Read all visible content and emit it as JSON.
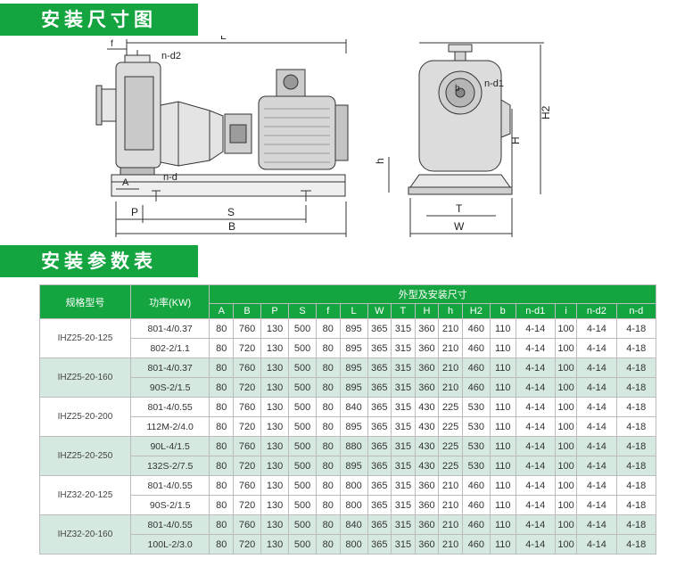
{
  "section1": {
    "title": "安装尺寸图"
  },
  "section2": {
    "title": "安装参数表"
  },
  "drawing": {
    "labels": {
      "L": "L",
      "f": "f",
      "n_d2": "n-d2",
      "A": "A",
      "n_d": "n-d",
      "P": "P",
      "S": "S",
      "B": "B",
      "n_d1": "n-d1",
      "b": "b",
      "H2": "H2",
      "H": "H",
      "h": "h",
      "T": "T",
      "W": "W"
    }
  },
  "table": {
    "header": {
      "model": "规格型号",
      "power": "功率(KW)",
      "group": "外型及安装尺寸",
      "columns": [
        "A",
        "B",
        "P",
        "S",
        "f",
        "L",
        "W",
        "T",
        "H",
        "h",
        "H2",
        "b",
        "n-d1",
        "i",
        "n-d2",
        "n-d"
      ]
    },
    "rows": [
      {
        "model": "IHZ25-20-125",
        "power": "801-4/0.37",
        "values": [
          "80",
          "760",
          "130",
          "500",
          "80",
          "895",
          "365",
          "315",
          "360",
          "210",
          "460",
          "110",
          "4-14",
          "100",
          "4-14",
          "4-18"
        ]
      },
      {
        "model": "",
        "power": "802-2/1.1",
        "values": [
          "80",
          "720",
          "130",
          "500",
          "80",
          "895",
          "365",
          "315",
          "360",
          "210",
          "460",
          "110",
          "4-14",
          "100",
          "4-14",
          "4-18"
        ]
      },
      {
        "model": "IHZ25-20-160",
        "power": "801-4/0.37",
        "values": [
          "80",
          "760",
          "130",
          "500",
          "80",
          "895",
          "365",
          "315",
          "360",
          "210",
          "460",
          "110",
          "4-14",
          "100",
          "4-14",
          "4-18"
        ]
      },
      {
        "model": "",
        "power": "90S-2/1.5",
        "values": [
          "80",
          "720",
          "130",
          "500",
          "80",
          "895",
          "365",
          "315",
          "360",
          "210",
          "460",
          "110",
          "4-14",
          "100",
          "4-14",
          "4-18"
        ]
      },
      {
        "model": "IHZ25-20-200",
        "power": "801-4/0.55",
        "values": [
          "80",
          "760",
          "130",
          "500",
          "80",
          "840",
          "365",
          "315",
          "430",
          "225",
          "530",
          "110",
          "4-14",
          "100",
          "4-14",
          "4-18"
        ]
      },
      {
        "model": "",
        "power": "112M-2/4.0",
        "values": [
          "80",
          "720",
          "130",
          "500",
          "80",
          "895",
          "365",
          "315",
          "430",
          "225",
          "530",
          "110",
          "4-14",
          "100",
          "4-14",
          "4-18"
        ]
      },
      {
        "model": "IHZ25-20-250",
        "power": "90L-4/1.5",
        "values": [
          "80",
          "760",
          "130",
          "500",
          "80",
          "880",
          "365",
          "315",
          "430",
          "225",
          "530",
          "110",
          "4-14",
          "100",
          "4-14",
          "4-18"
        ]
      },
      {
        "model": "",
        "power": "132S-2/7.5",
        "values": [
          "80",
          "720",
          "130",
          "500",
          "80",
          "895",
          "365",
          "315",
          "430",
          "225",
          "530",
          "110",
          "4-14",
          "100",
          "4-14",
          "4-18"
        ]
      },
      {
        "model": "IHZ32-20-125",
        "power": "801-4/0.55",
        "values": [
          "80",
          "760",
          "130",
          "500",
          "80",
          "800",
          "365",
          "315",
          "360",
          "210",
          "460",
          "110",
          "4-14",
          "100",
          "4-14",
          "4-18"
        ]
      },
      {
        "model": "",
        "power": "90S-2/1.5",
        "values": [
          "80",
          "720",
          "130",
          "500",
          "80",
          "800",
          "365",
          "315",
          "360",
          "210",
          "460",
          "110",
          "4-14",
          "100",
          "4-14",
          "4-18"
        ]
      },
      {
        "model": "IHZ32-20-160",
        "power": "801-4/0.55",
        "values": [
          "80",
          "760",
          "130",
          "500",
          "80",
          "840",
          "365",
          "315",
          "360",
          "210",
          "460",
          "110",
          "4-14",
          "100",
          "4-14",
          "4-18"
        ]
      },
      {
        "model": "",
        "power": "100L-2/3.0",
        "values": [
          "80",
          "720",
          "130",
          "500",
          "80",
          "800",
          "365",
          "315",
          "360",
          "210",
          "460",
          "110",
          "4-14",
          "100",
          "4-14",
          "4-18"
        ]
      }
    ]
  }
}
